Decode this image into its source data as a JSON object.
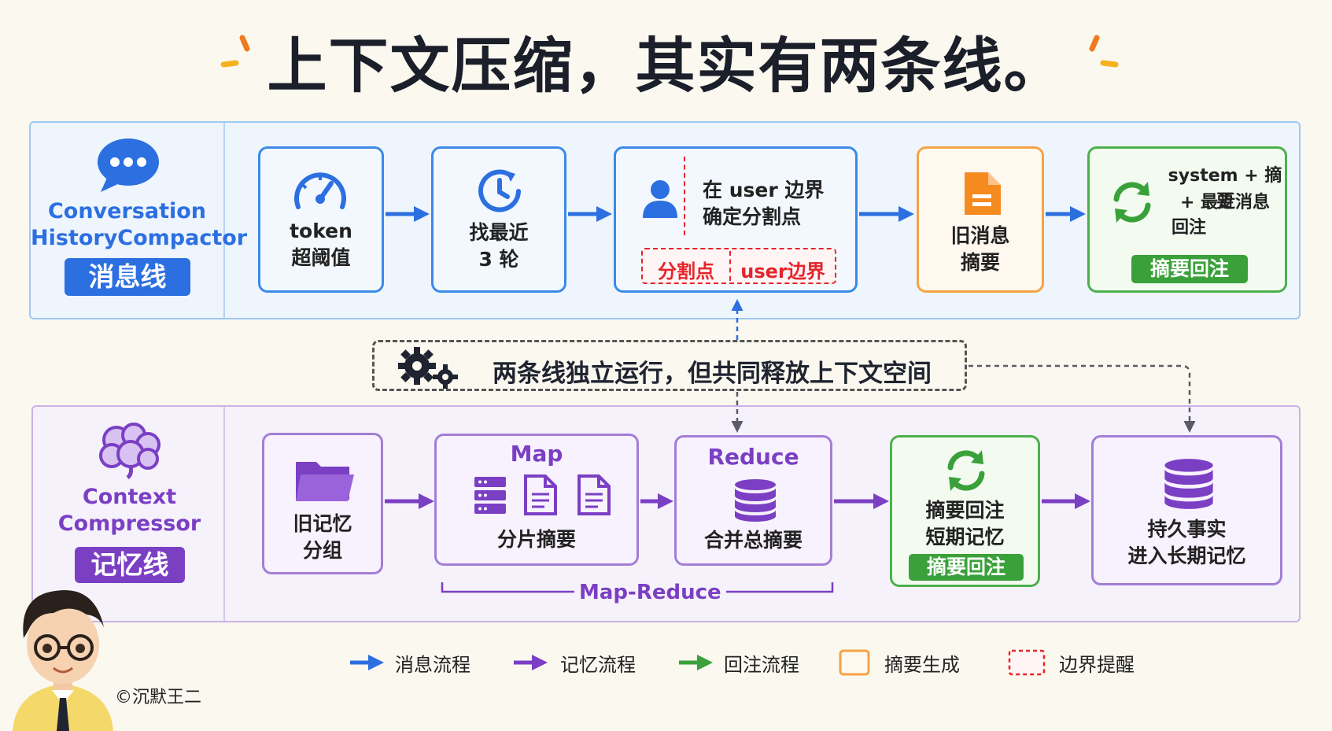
{
  "title": "上下文压缩，其实有两条线。",
  "message_line": {
    "side_name": "Conversation HistoryCompactor",
    "side_name_1": "Conversation",
    "side_name_2": "HistoryCompactor",
    "tag": "消息线",
    "steps": [
      {
        "line1": "token",
        "line2": "超阈值",
        "icon": "gauge-icon"
      },
      {
        "line1": "找最近",
        "line2": "3 轮",
        "icon": "clock-icon"
      },
      {
        "line1": "在 user 边界",
        "line2": "确定分割点",
        "icon": "user-icon",
        "box_left": "分割点",
        "box_right": "user边界"
      },
      {
        "line1": "旧消息",
        "line2": "摘要",
        "icon": "document-icon"
      },
      {
        "line1": "system + 摘要",
        "line2": "+ 最近消息",
        "line3": "回注",
        "icon": "refresh-icon",
        "badge": "摘要回注"
      }
    ]
  },
  "note": "两条线独立运行，但共同释放上下文空间",
  "memory_line": {
    "side_name_1": "Context",
    "side_name_2": "Compressor",
    "tag": "记忆线",
    "steps": [
      {
        "line1": "旧记忆",
        "line2": "分组",
        "icon": "folder-icon"
      },
      {
        "head": "Map",
        "line1": "分片摘要",
        "icon": "server-icon"
      },
      {
        "head": "Reduce",
        "line1": "合并总摘要",
        "icon": "database-icon"
      },
      {
        "line1": "摘要回注",
        "line2": "短期记忆",
        "icon": "refresh-icon",
        "badge": "摘要回注"
      },
      {
        "line1": "持久事实",
        "line2": "进入长期记忆",
        "icon": "database-icon"
      }
    ],
    "group_label": "Map-Reduce"
  },
  "legend": [
    {
      "label": "消息流程",
      "color": "#2c6fe0"
    },
    {
      "label": "记忆流程",
      "color": "#7b3fc4"
    },
    {
      "label": "回注流程",
      "color": "#3aa13a"
    },
    {
      "label": "摘要生成",
      "color": "#f5a344"
    },
    {
      "label": "边界提醒",
      "color": "#e5242b"
    }
  ],
  "watermark": "©沉默王二",
  "colors": {
    "blue": "#2c6fe0",
    "purple": "#7b3fc4",
    "green": "#3aa13a",
    "orange": "#f5a344",
    "red": "#e5242b"
  }
}
